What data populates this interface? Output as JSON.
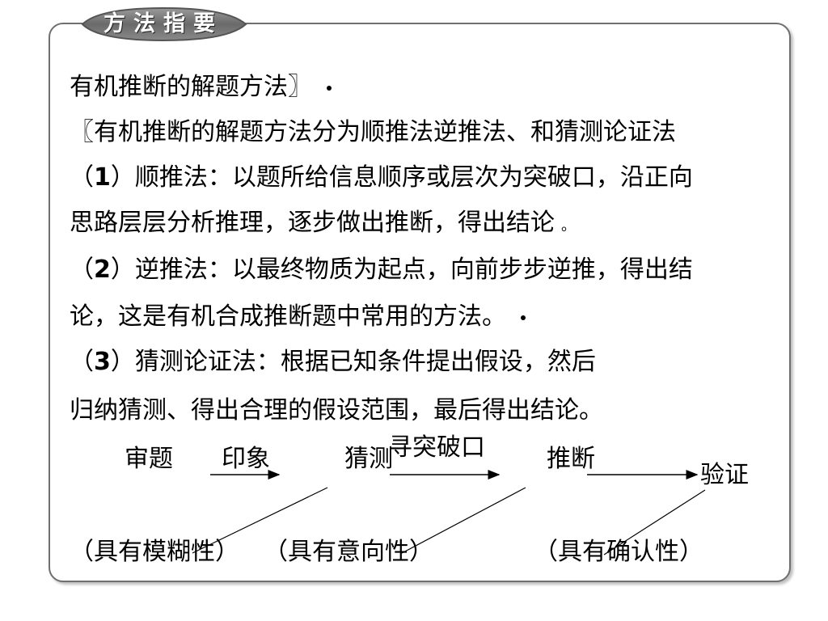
{
  "header": {
    "title": "方法指要"
  },
  "paragraphs": {
    "line1": "有机推断的解题方法〗",
    "line2": "〖有机推断的解题方法分为顺推法逆推法、和猜测论证法",
    "line3_prefix": "（",
    "line3_num": "1",
    "line3_rest": "）顺推法：以题所给信息顺序或层次为突破口，沿正向",
    "line4": "思路层层分析推理，逐步做出推断，得出结论",
    "line4_mark": "。",
    "line5_prefix": "（",
    "line5_num": "2",
    "line5_rest": "）逆推法：以最终物质为起点，向前步步逆推，得出结",
    "line6": "论，这是有机合成推断题中常用的方法。",
    "line7_prefix": "（",
    "line7_num": "3",
    "line7_rest": "）猜测论证法：根据已知条件提出假设，然后",
    "line8": "归纳猜测、得出合理的假设范围，最后得出结论。"
  },
  "flow": {
    "step1": "审题",
    "step2": "印象",
    "step3": "猜测",
    "step4": "寻突破口",
    "step5": "推断",
    "step6": "验证",
    "note1": "（具有模糊性）",
    "note2": "（具有意向性）",
    "note3": "（具有确认性）"
  }
}
